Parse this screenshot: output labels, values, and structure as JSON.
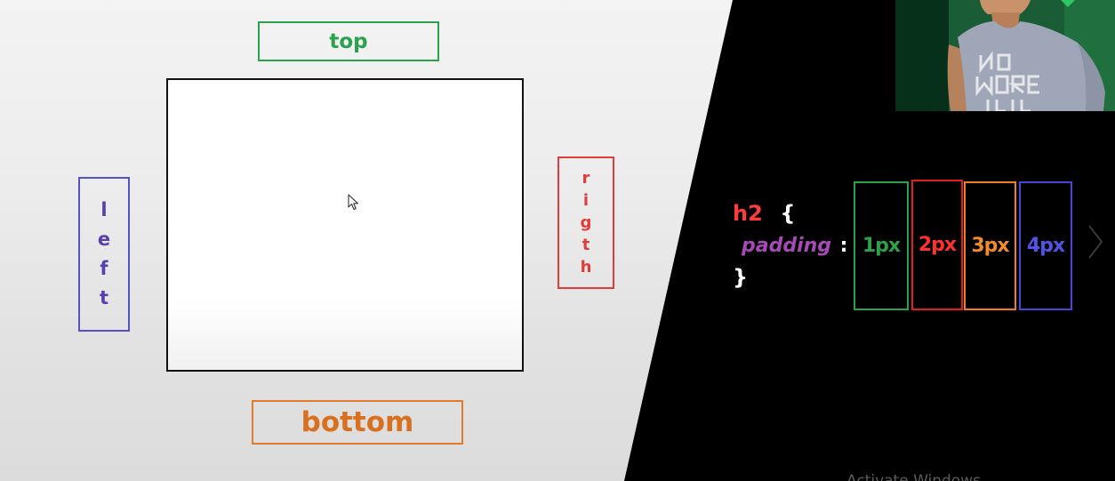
{
  "diagram": {
    "top_label": "top",
    "bottom_label": "bottom",
    "left_letters": [
      "l",
      "e",
      "f",
      "t"
    ],
    "right_letters": [
      "r",
      "i",
      "g",
      "t",
      "h"
    ]
  },
  "code": {
    "selector": "h2",
    "open_brace": "{",
    "property": "padding",
    "colon": ":",
    "close_brace": "}",
    "values": [
      "1px",
      "2px",
      "3px",
      "4px"
    ]
  },
  "watermark": {
    "text": "Activate Windows"
  },
  "colors": {
    "top": "#2aa14b",
    "right": "#e23b3b",
    "bottom": "#e07a2c",
    "left": "#5452c4"
  },
  "icons": {
    "cursor": "mouse-pointer-icon",
    "next": "chevron-right-icon"
  }
}
